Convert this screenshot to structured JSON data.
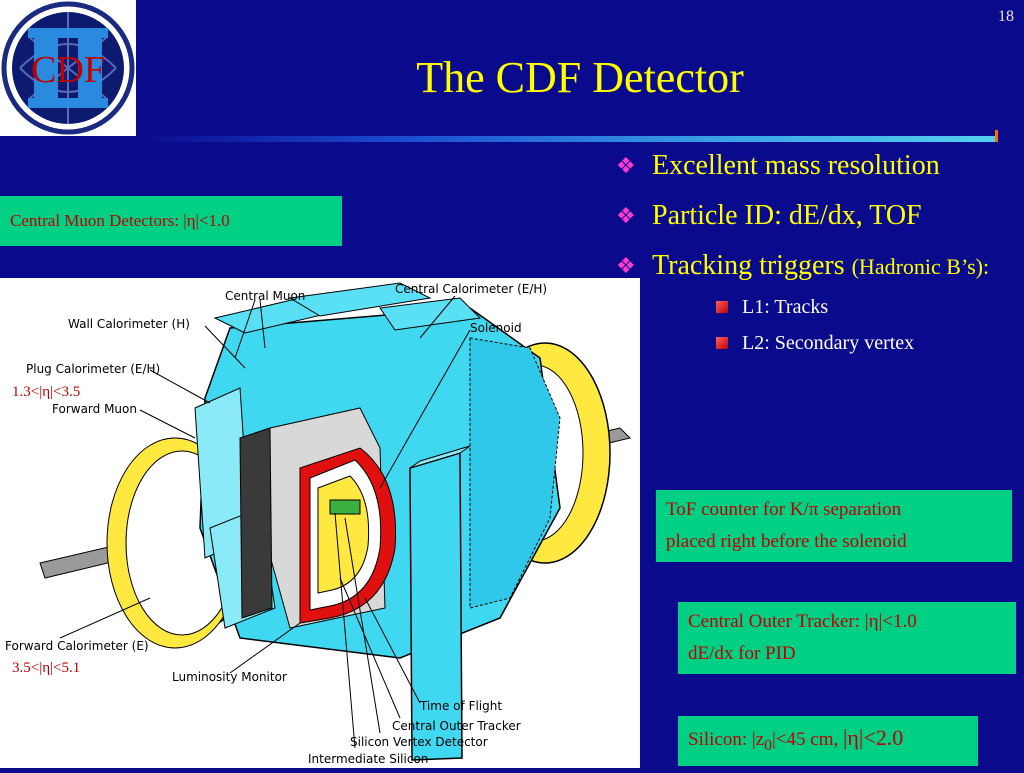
{
  "slide": {
    "page_number": "18",
    "title": "The CDF Detector",
    "logo_text": "CDF",
    "colors": {
      "background": "#0a0a8c",
      "title": "#ffff00",
      "box": "#00d084",
      "box_text": "#c00000"
    }
  },
  "boxes": {
    "muon": "Central Muon Detectors: |η|<1.0",
    "tof_line1": "ToF counter for  K/π separation",
    "tof_line2": "placed right before the solenoid",
    "cot_line1": "Central Outer Tracker: |η|<1.0",
    "cot_line2": "dE/dx for PID",
    "silicon_prefix": "Silicon: |z",
    "silicon_sub": "0",
    "silicon_mid": "|<45 cm,  ",
    "silicon_eta": "|η|<2.0"
  },
  "bullets": [
    {
      "text": "Excellent mass resolution",
      "small": ""
    },
    {
      "text": "Particle ID: dE/dx, TOF",
      "small": ""
    },
    {
      "text": "Tracking triggers ",
      "small": "(Hadronic B’s):"
    }
  ],
  "sub_bullets": [
    "L1: Tracks",
    "L2: Secondary vertex"
  ],
  "diagram": {
    "labels": {
      "central_muon": "Central Muon",
      "central_calorimeter": "Central Calorimeter (E/H)",
      "wall_calorimeter": "Wall Calorimeter  (H)",
      "solenoid": "Solenoid",
      "plug_calorimeter": "Plug Calorimeter (E/H)",
      "forward_muon": "Forward Muon",
      "forward_calorimeter": "Forward Calorimeter (E)",
      "luminosity_monitor": "Luminosity Monitor",
      "time_of_flight": "Time of Flight",
      "central_outer_tracker": "Central Outer Tracker",
      "silicon_vertex_detector": "Silicon Vertex Detector",
      "intermediate_silicon": "Intermediate Silicon"
    },
    "eta_plug": "1.3<|η|<3.5",
    "eta_forward": "3.5<|η|<5.1"
  }
}
